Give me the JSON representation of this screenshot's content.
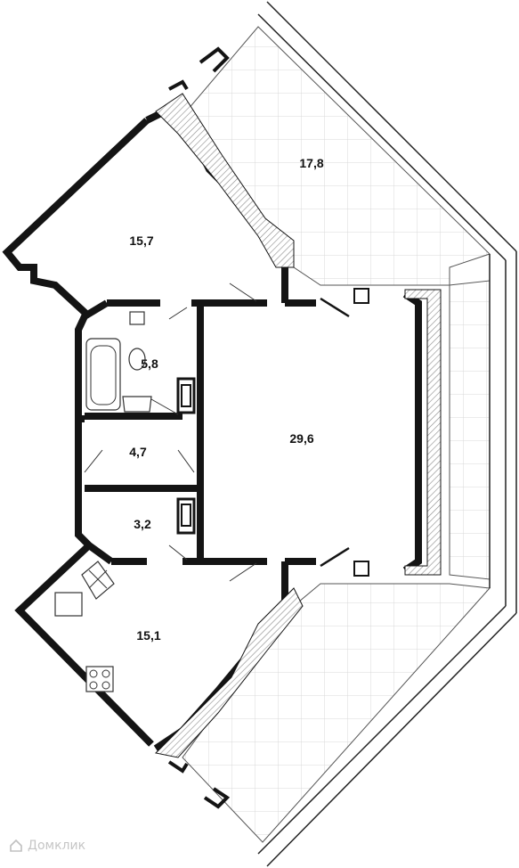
{
  "plan": {
    "rooms": [
      {
        "id": "room-upper-balcony",
        "area": "17,8"
      },
      {
        "id": "room-upper-left",
        "area": "15,7"
      },
      {
        "id": "room-bathroom",
        "area": "5,8"
      },
      {
        "id": "room-living",
        "area": "29,6"
      },
      {
        "id": "room-corridor",
        "area": "4,7"
      },
      {
        "id": "room-wc",
        "area": "3,2"
      },
      {
        "id": "room-kitchen",
        "area": "15,1"
      }
    ]
  },
  "watermark": {
    "text": "Домклик"
  },
  "colors": {
    "wall": "#141414",
    "wall_hatch": "#8a8a8a",
    "tile": "#d8d8d8",
    "line": "#333333"
  }
}
